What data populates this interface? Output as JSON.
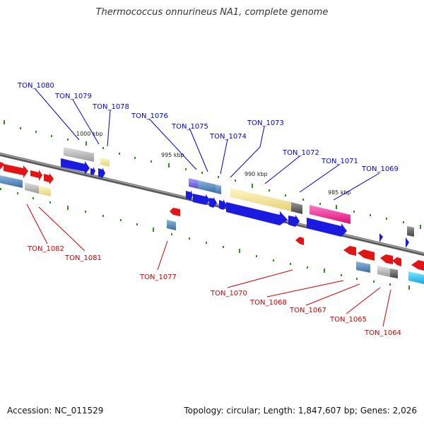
{
  "title": "Thermococcus onnurineus NA1, complete genome",
  "footer": {
    "accession": "Accession: NC_011529",
    "summary": "Topology: circular; Length: 1,847,607 bp; Genes: 2,026"
  },
  "colors": {
    "forward_label": "#0000cc",
    "reverse_label": "#cc0000",
    "backbone": "#7a7a7a",
    "tick": "#2f8f1f"
  },
  "kbp_markers": [
    "1000 kbp",
    "995 kbp",
    "990 kbp",
    "985 kbp"
  ],
  "forward_genes": [
    "TON_1080",
    "TON_1079",
    "TON_1078",
    "TON_1076",
    "TON_1075",
    "TON_1074",
    "TON_1073",
    "TON_1072",
    "TON_1071",
    "TON_1069"
  ],
  "reverse_genes": [
    "TON_1082",
    "TON_1081",
    "TON_1077",
    "TON_1070",
    "TON_1068",
    "TON_1067",
    "TON_1065",
    "TON_1064"
  ]
}
